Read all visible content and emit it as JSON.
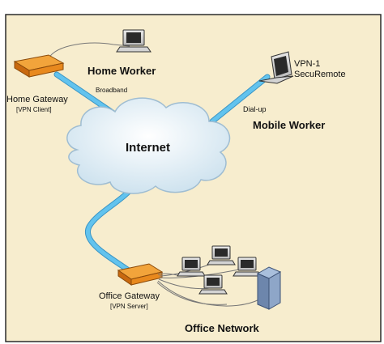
{
  "cloud": {
    "label": "Internet"
  },
  "home_worker": {
    "label": "Home Worker"
  },
  "home_gateway": {
    "label": "Home Gateway",
    "sublabel": "[VPN Client]"
  },
  "broadband": {
    "label": "Broadband"
  },
  "mobile": {
    "product_line1": "VPN-1",
    "product_line2": "SecuRemote",
    "label": "Mobile Worker"
  },
  "dialup": {
    "label": "Dial-up"
  },
  "office_gateway": {
    "label": "Office Gateway",
    "sublabel": "[VPN Server]"
  },
  "office_network": {
    "label": "Office Network"
  },
  "colors": {
    "background": "#f7edce",
    "border": "#2c2c2c",
    "link": "#4fb3e3",
    "link_outline": "#3a95c5",
    "gateway": "#e8891e",
    "gateway_dark": "#b9620f",
    "cloud_fill": "#cfe3ef",
    "cloud_stroke": "#9fbdd2",
    "server": "#7a94b8"
  }
}
